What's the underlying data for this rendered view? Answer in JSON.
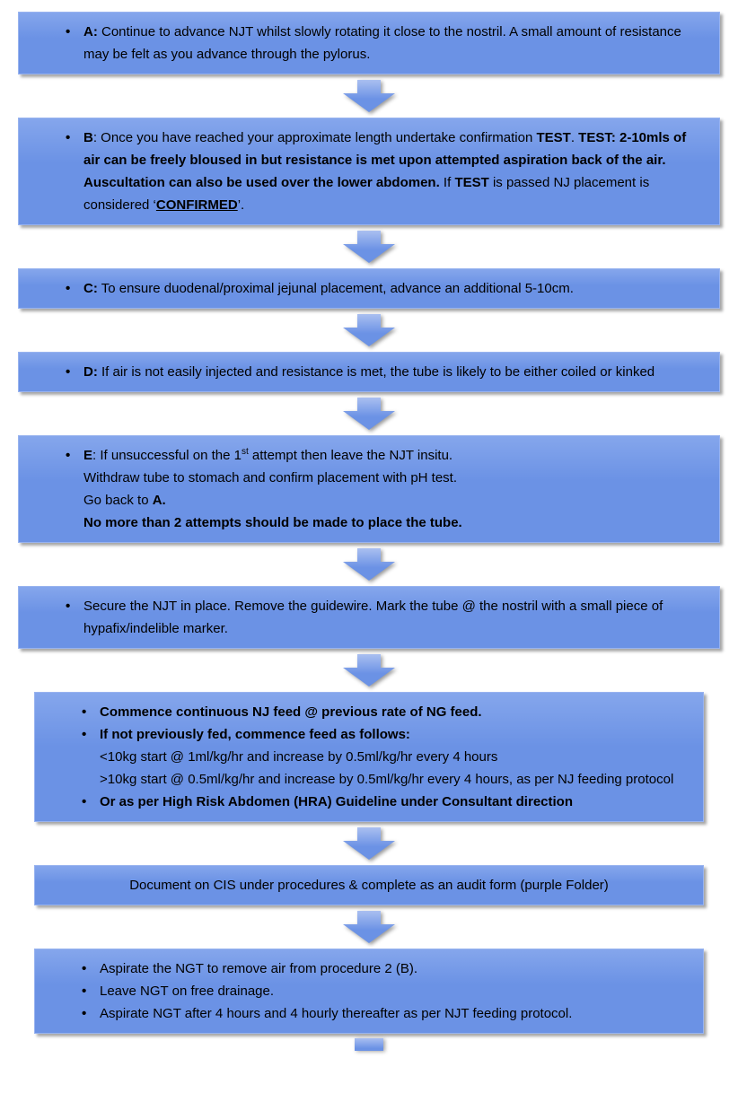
{
  "colors": {
    "box_fill": "#6b92e5",
    "box_border": "#98b3ef",
    "arrow_fill": "#6b92e5",
    "text": "#000000",
    "background": "#ffffff"
  },
  "flow": {
    "boxes": [
      {
        "id": "step-a",
        "narrow": false,
        "center": false,
        "lines": [
          {
            "bullet": true,
            "segs": [
              {
                "t": "A:",
                "b": true
              },
              {
                "t": " Continue to advance NJT whilst slowly rotating it close to the nostril.  A small amount of resistance may be felt as you advance through the pylorus."
              }
            ]
          }
        ]
      },
      {
        "id": "step-b",
        "narrow": false,
        "center": false,
        "lines": [
          {
            "bullet": true,
            "segs": [
              {
                "t": "B",
                "b": true
              },
              {
                "t": ": Once you have reached your approximate length undertake confirmation "
              },
              {
                "t": "TEST",
                "b": true
              },
              {
                "t": ". "
              },
              {
                "t": "TEST: 2-10mls of air can be freely bloused in but resistance is met upon attempted aspiration back of the air.  Auscultation can also be used over the lower abdomen.",
                "b": true
              },
              {
                "t": "  If "
              },
              {
                "t": "TEST",
                "b": true
              },
              {
                "t": " is passed NJ placement is considered ‘"
              },
              {
                "t": "CONFIRMED",
                "b": true,
                "u": true
              },
              {
                "t": "’."
              }
            ]
          }
        ]
      },
      {
        "id": "step-c",
        "narrow": false,
        "center": false,
        "lines": [
          {
            "bullet": true,
            "segs": [
              {
                "t": "C:",
                "b": true
              },
              {
                "t": " To ensure duodenal/proximal jejunal placement, advance an additional 5-10cm."
              }
            ]
          }
        ]
      },
      {
        "id": "step-d",
        "narrow": false,
        "center": false,
        "lines": [
          {
            "bullet": true,
            "segs": [
              {
                "t": "D:",
                "b": true
              },
              {
                "t": " If air is not easily injected and resistance is met, the tube is likely to be either coiled or kinked"
              }
            ]
          }
        ]
      },
      {
        "id": "step-e",
        "narrow": false,
        "center": false,
        "lines": [
          {
            "bullet": true,
            "segs": [
              {
                "t": "E",
                "b": true
              },
              {
                "t": ": If unsuccessful on the 1"
              },
              {
                "t": "st",
                "sup": true
              },
              {
                "t": " attempt then leave the NJT insitu."
              }
            ]
          },
          {
            "bullet": false,
            "segs": [
              {
                "t": "Withdraw tube to stomach and confirm placement with pH test."
              }
            ]
          },
          {
            "bullet": false,
            "segs": [
              {
                "t": "Go back to "
              },
              {
                "t": "A.",
                "b": true
              }
            ]
          },
          {
            "bullet": false,
            "segs": [
              {
                "t": "No more than 2 attempts should be made to place the tube.",
                "b": true
              }
            ]
          }
        ]
      },
      {
        "id": "secure-njt",
        "narrow": false,
        "center": false,
        "lines": [
          {
            "bullet": true,
            "segs": [
              {
                "t": "Secure the NJT in place. Remove the guidewire.  Mark the tube @ the nostril with a small piece of hypafix/indelible marker."
              }
            ]
          }
        ]
      },
      {
        "id": "feeding",
        "narrow": true,
        "center": false,
        "lines": [
          {
            "bullet": true,
            "segs": [
              {
                "t": "Commence continuous NJ feed @ previous rate of NG feed.",
                "b": true
              }
            ]
          },
          {
            "bullet": true,
            "segs": [
              {
                "t": "If not previously fed, commence feed as follows:",
                "b": true
              }
            ]
          },
          {
            "bullet": false,
            "segs": [
              {
                "t": "<10kg start @ 1ml/kg/hr and increase by 0.5ml/kg/hr every 4 hours"
              }
            ]
          },
          {
            "bullet": false,
            "segs": [
              {
                "t": ">10kg start @ 0.5ml/kg/hr and increase by 0.5ml/kg/hr every 4 hours, as per NJ feeding protocol"
              }
            ]
          },
          {
            "bullet": true,
            "segs": [
              {
                "t": "Or as per High Risk Abdomen (HRA) Guideline under Consultant direction",
                "b": true
              }
            ]
          }
        ]
      },
      {
        "id": "document-cis",
        "narrow": true,
        "center": true,
        "lines": [
          {
            "bullet": false,
            "segs": [
              {
                "t": "Document on CIS under procedures & complete as an audit form (purple Folder)"
              }
            ]
          }
        ]
      },
      {
        "id": "ngt-aftercare",
        "narrow": true,
        "center": false,
        "lines": [
          {
            "bullet": true,
            "segs": [
              {
                "t": "Aspirate the NGT to remove air from procedure 2 (B)."
              }
            ]
          },
          {
            "bullet": true,
            "segs": [
              {
                "t": "Leave NGT on free drainage."
              }
            ]
          },
          {
            "bullet": true,
            "segs": [
              {
                "t": "Aspirate NGT after 4 hours and 4 hourly thereafter as per NJT feeding protocol."
              }
            ]
          }
        ]
      }
    ]
  }
}
